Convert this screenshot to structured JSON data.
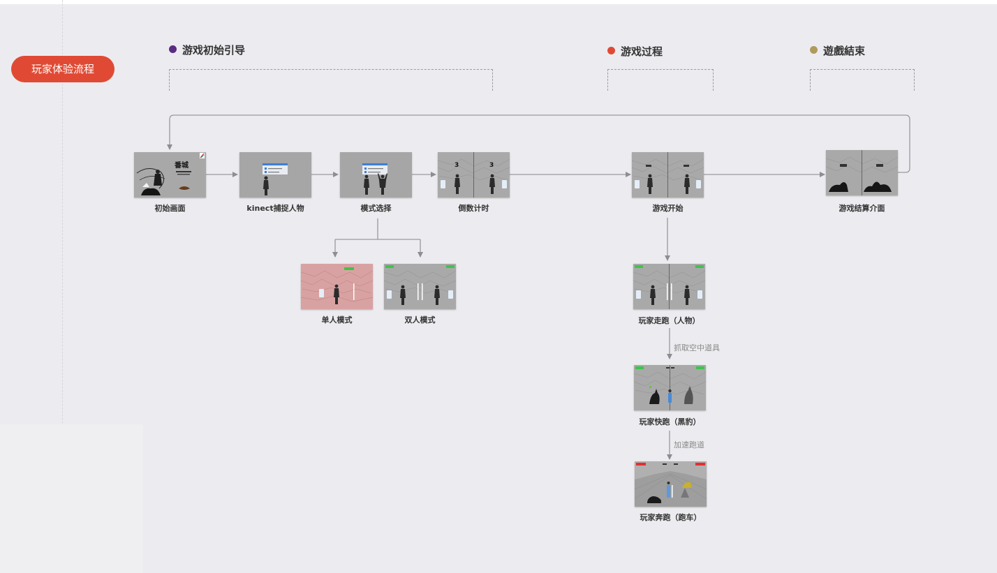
{
  "title_pill": "玩家体验流程",
  "phases": [
    {
      "label": "游戏初始引导",
      "color": "#5a2d82"
    },
    {
      "label": "游戏过程",
      "color": "#e04a34"
    },
    {
      "label": "遊戲結束",
      "color": "#b09a5c"
    }
  ],
  "screens": {
    "start": "初始画面",
    "kinect": "kinect捕捉人物",
    "mode": "模式选择",
    "countdown": "倒数计时",
    "game_start": "游戏开始",
    "result": "游戏结算介面",
    "single": "单人模式",
    "double": "双人模式",
    "walk": "玩家走跑（人物）",
    "fast": "玩家快跑（黑豹）",
    "sprint": "玩家奔跑（跑车）"
  },
  "edge_labels": {
    "grab": "抓取空中道具",
    "accelerate": "加速跑道"
  },
  "thumb_text": {
    "start_title": "番城",
    "countdown_digit": "3"
  }
}
